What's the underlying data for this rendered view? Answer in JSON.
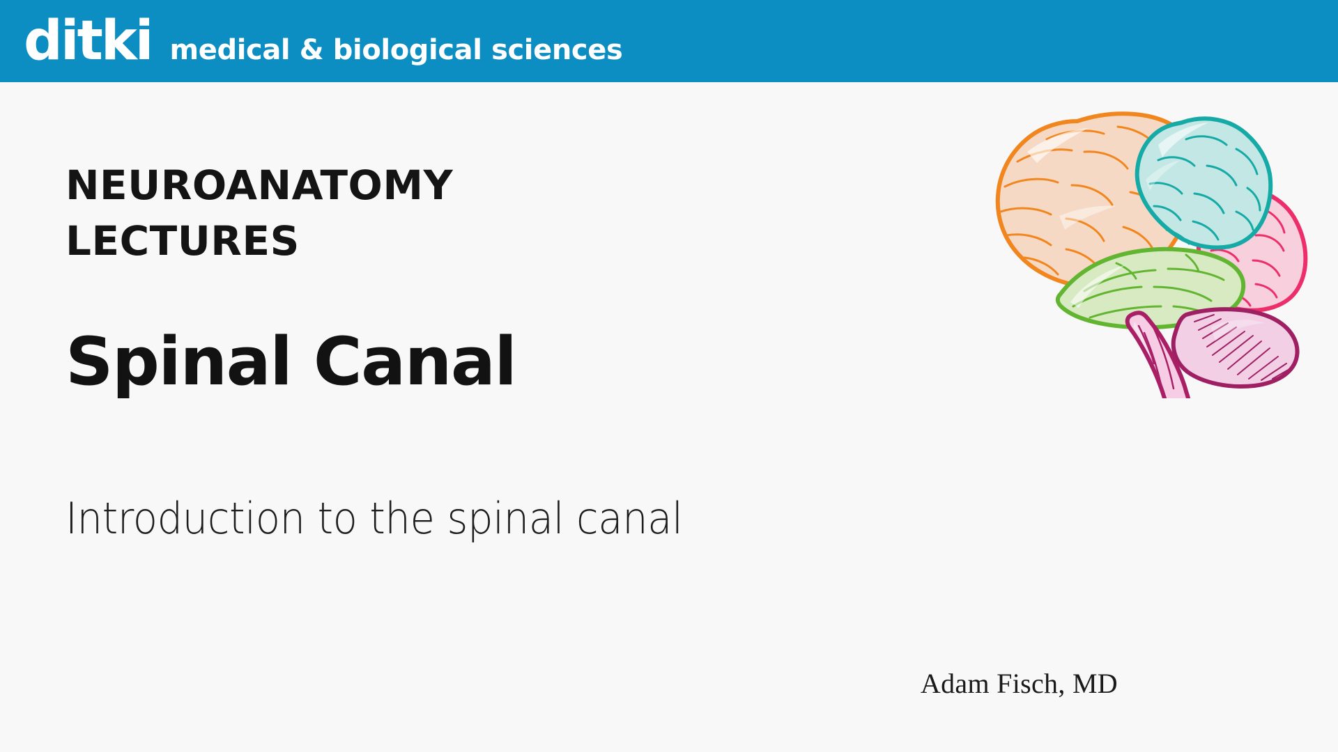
{
  "theme": {
    "header_blue": "#0d8ec3",
    "page_background": "#f8f8f8",
    "text_black": "#141414"
  },
  "header": {
    "logo_mark": "ditki",
    "logo_tagline": "medical & biological sciences"
  },
  "slide": {
    "series_title_line1": "Neuroanatomy",
    "series_title_line2": "Lectures",
    "lecture_title": "Spinal Canal",
    "lecture_subtitle": "Introduction to the spinal canal",
    "author": "Adam Fisch, MD"
  },
  "illustration": {
    "name": "lateral-brain-diagram",
    "regions": [
      {
        "label": "frontal-lobe",
        "fill": "#f6d9c4",
        "stroke": "#f2861e"
      },
      {
        "label": "parietal-lobe",
        "fill": "#c2e7e4",
        "stroke": "#16aaa6"
      },
      {
        "label": "temporal-lobe",
        "fill": "#d8eac2",
        "stroke": "#62b531"
      },
      {
        "label": "occipital-lobe",
        "fill": "#f7cfdd",
        "stroke": "#ec2f6a"
      },
      {
        "label": "cerebellum",
        "fill": "#f3cfe6",
        "stroke": "#9e2063"
      },
      {
        "label": "brainstem",
        "fill": "#f6cde4",
        "stroke": "#a81f66"
      }
    ]
  }
}
